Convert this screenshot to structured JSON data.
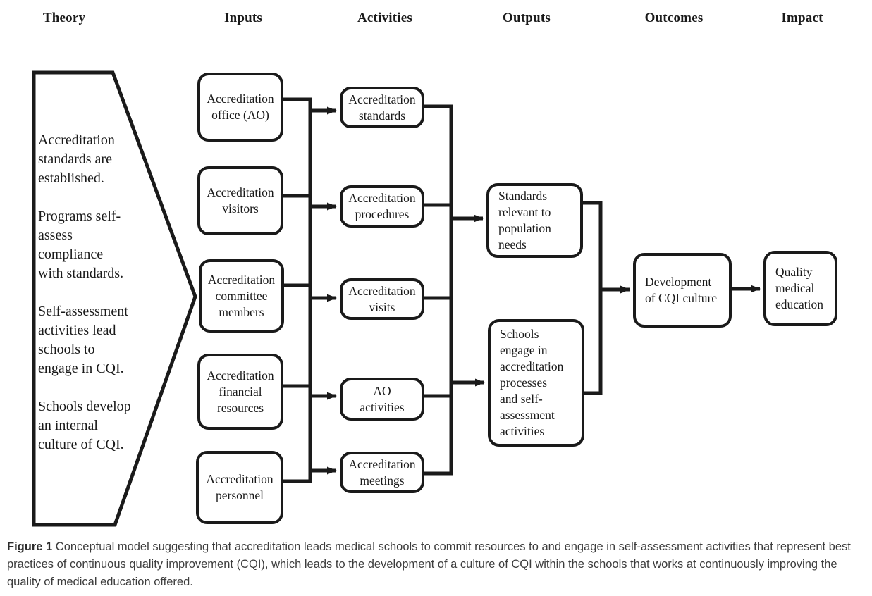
{
  "colors": {
    "ink": "#1a1a1a",
    "background": "#ffffff",
    "caption_text": "#3d3d3d"
  },
  "columns": [
    {
      "label": "Theory"
    },
    {
      "label": "Inputs"
    },
    {
      "label": "Activities"
    },
    {
      "label": "Outputs"
    },
    {
      "label": "Outcomes"
    },
    {
      "label": "Impact"
    }
  ],
  "theory": {
    "text": "Accreditation\nstandards are\nestablished.\n\nPrograms self-\nassess\ncompliance\nwith standards.\n\nSelf-assessment\nactivities lead\nschools to\nengage in CQI.\n\nSchools develop\nan internal\nculture of CQI."
  },
  "inputs": [
    {
      "label": "Accreditation\noffice (AO)"
    },
    {
      "label": "Accreditation\nvisitors"
    },
    {
      "label": "Accreditation\ncommittee\nmembers"
    },
    {
      "label": "Accreditation\nfinancial\nresources"
    },
    {
      "label": "Accreditation\npersonnel"
    }
  ],
  "activities": [
    {
      "label": "Accreditation\nstandards"
    },
    {
      "label": "Accreditation\nprocedures"
    },
    {
      "label": "Accreditation\nvisits"
    },
    {
      "label": "AO\nactivities"
    },
    {
      "label": "Accreditation\nmeetings"
    }
  ],
  "outputs": [
    {
      "label": "Standards\nrelevant to\npopulation\nneeds"
    },
    {
      "label": "Schools\nengage in\naccreditation\nprocesses\nand self-\nassessment\nactivities"
    }
  ],
  "outcomes": [
    {
      "label": "Development\nof CQI culture"
    }
  ],
  "impact": [
    {
      "label": "Quality\nmedical\neducation"
    }
  ],
  "caption": {
    "label": "Figure 1",
    "text": " Conceptual model suggesting that accreditation leads medical schools to commit resources to and engage in self-assessment activities that represent best practices of continuous quality improvement (CQI), which leads to the development of a culture of CQI within the schools that works at continuously improving the quality of medical education offered."
  }
}
